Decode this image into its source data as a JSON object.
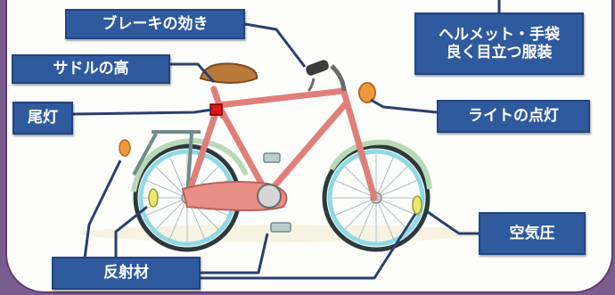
{
  "labels": {
    "brake": "ブレーキの効き",
    "helmet_line1": "ヘルメット・手袋",
    "helmet_line2": "良く目立つ服装",
    "saddle": "サドルの高",
    "tail_light": "尾灯",
    "headlight": "ライトの点灯",
    "tire_pressure": "空気圧",
    "reflector": "反射材"
  },
  "colors": {
    "label_fill": "#2f5a9e",
    "label_text": "#ffffff",
    "frame": "#e07f79",
    "saddle": "#b9793a",
    "wheel_rim": "#8fd9e6",
    "reflector": "#e8ea70",
    "tail_lamp": "#e01515",
    "border": "#7b5c8e"
  },
  "icons": [
    "bicycle-illustration",
    "saddle-icon",
    "headlight-icon",
    "tail-lamp-icon",
    "reflector-icon"
  ]
}
